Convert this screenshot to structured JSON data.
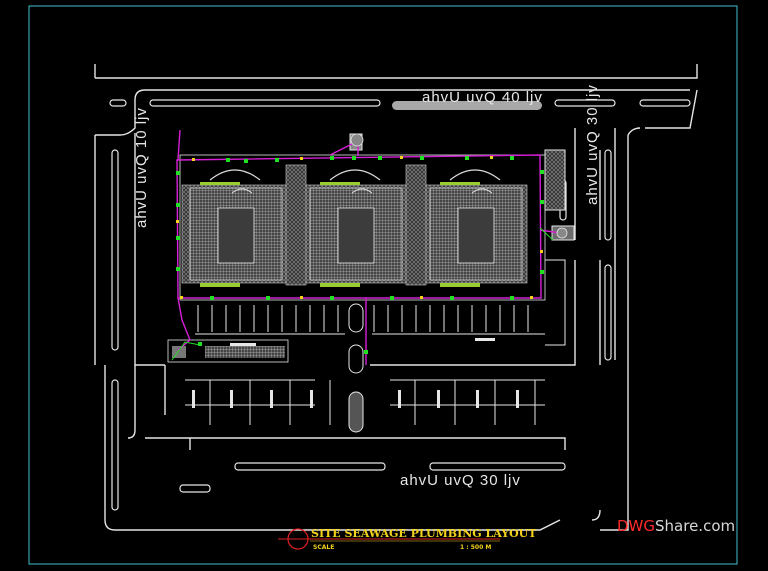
{
  "drawing": {
    "title": "SITE SEAWAGE PLUMBING LAYOUT",
    "scale_label": "SCALE",
    "scale_value": "1 : 500 M"
  },
  "streets": {
    "top_label": "ahvU uvQ 40 ljv",
    "top_number": "40",
    "left_label": "ahvU uvQ 10 ljv",
    "right_label": "ahvU uvQ 30 ljv",
    "bottom_label": "ahvU uvQ 30 ljv"
  },
  "watermark": {
    "brand_red": "DWG",
    "brand_rest": "Share.com"
  },
  "colors": {
    "background": "#000000",
    "frame": "#3fbfd0",
    "lines": "#e6e6e6",
    "sewer_pipe": "#d61fd6",
    "manholes": "#22e022",
    "junctions": "#f2d21b",
    "title": "#f2d21b",
    "title_circle": "#e02020"
  }
}
